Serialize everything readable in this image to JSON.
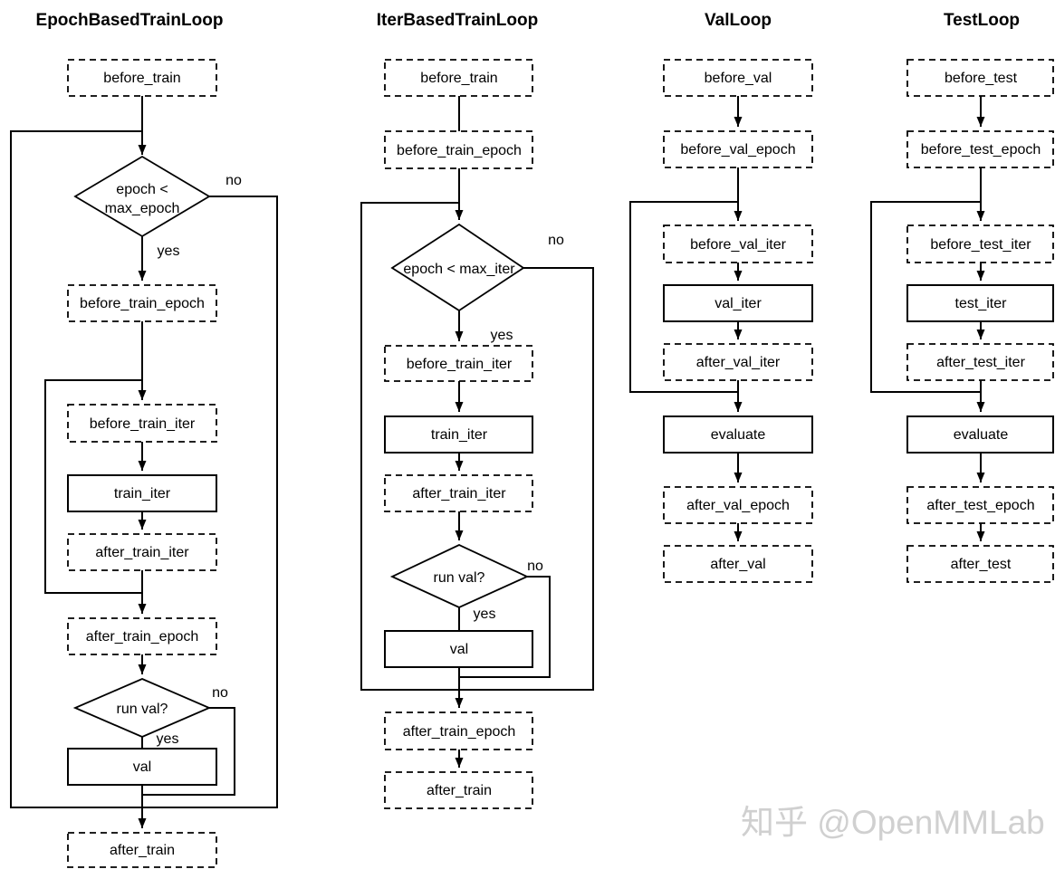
{
  "watermark": {
    "text": "知乎 @OpenMMLab"
  },
  "colors": {
    "line": "#000000",
    "background": "#ffffff",
    "watermark": "#d0d0d0"
  },
  "flowcharts": [
    {
      "title": "EpochBasedTrainLoop",
      "labels": {
        "before_train": "before_train",
        "decision_epoch_line1": "epoch <",
        "decision_epoch_line2": "max_epoch",
        "no_epoch": "no",
        "yes_epoch": "yes",
        "before_train_epoch": "before_train_epoch",
        "before_train_iter": "before_train_iter",
        "train_iter": "train_iter",
        "after_train_iter": "after_train_iter",
        "after_train_epoch": "after_train_epoch",
        "run_val": "run val?",
        "no_run_val": "no",
        "yes_run_val": "yes",
        "val": "val",
        "after_train": "after_train"
      }
    },
    {
      "title": "IterBasedTrainLoop",
      "labels": {
        "before_train": "before_train",
        "before_train_epoch": "before_train_epoch",
        "decision_iter": "epoch < max_iter",
        "no_iter": "no",
        "yes_iter": "yes",
        "before_train_iter": "before_train_iter",
        "train_iter": "train_iter",
        "after_train_iter": "after_train_iter",
        "run_val": "run val?",
        "no_run_val": "no",
        "yes_run_val": "yes",
        "val": "val",
        "after_train_epoch": "after_train_epoch",
        "after_train": "after_train"
      }
    },
    {
      "title": "ValLoop",
      "labels": {
        "before_val": "before_val",
        "before_val_epoch": "before_val_epoch",
        "before_val_iter": "before_val_iter",
        "val_iter": "val_iter",
        "after_val_iter": "after_val_iter",
        "evaluate": "evaluate",
        "after_val_epoch": "after_val_epoch",
        "after_val": "after_val"
      }
    },
    {
      "title": "TestLoop",
      "labels": {
        "before_test": "before_test",
        "before_test_epoch": "before_test_epoch",
        "before_test_iter": "before_test_iter",
        "test_iter": "test_iter",
        "after_test_iter": "after_test_iter",
        "evaluate": "evaluate",
        "after_test_epoch": "after_test_epoch",
        "after_test": "after_test"
      }
    }
  ]
}
